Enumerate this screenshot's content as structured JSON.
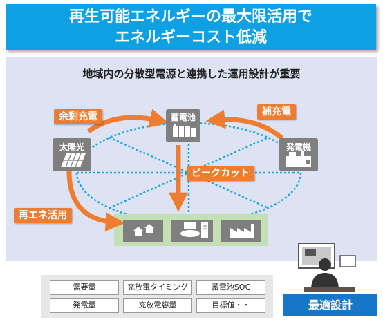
{
  "header": {
    "line1": "再生可能エネルギーの最大限活用で",
    "line2": "エネルギーコスト低減"
  },
  "subtitle": "地域内の分散型電源と連携した運用設計が重要",
  "nodes": {
    "battery": "蓄電池",
    "solar": "太陽光",
    "generator": "発電機"
  },
  "arrows": {
    "surplus_charge": "余剰充電",
    "supplementary_charge": "補充電",
    "peak_cut": "ピークカット",
    "renewable_use": "再エネ活用"
  },
  "parameters": [
    [
      "需要量",
      "充放電タイミング",
      "蓄電池SOC"
    ],
    [
      "発電量",
      "充放電容量",
      "目標値・・"
    ]
  ],
  "result_label": "最適設計",
  "colors": {
    "banner": "#0da0e3",
    "panel": "#dde3f2",
    "accent_orange": "#ef7d31",
    "node_gray": "#7f7f7f",
    "ellipse_blue": "#1aa6e6",
    "load_green": "#c5dfb4",
    "result_blue": "#1677c9"
  },
  "icons": [
    "battery-icon",
    "solar-panel-icon",
    "generator-icon",
    "house-icon",
    "factory-icon",
    "server-icon",
    "user-at-monitor-icon"
  ]
}
